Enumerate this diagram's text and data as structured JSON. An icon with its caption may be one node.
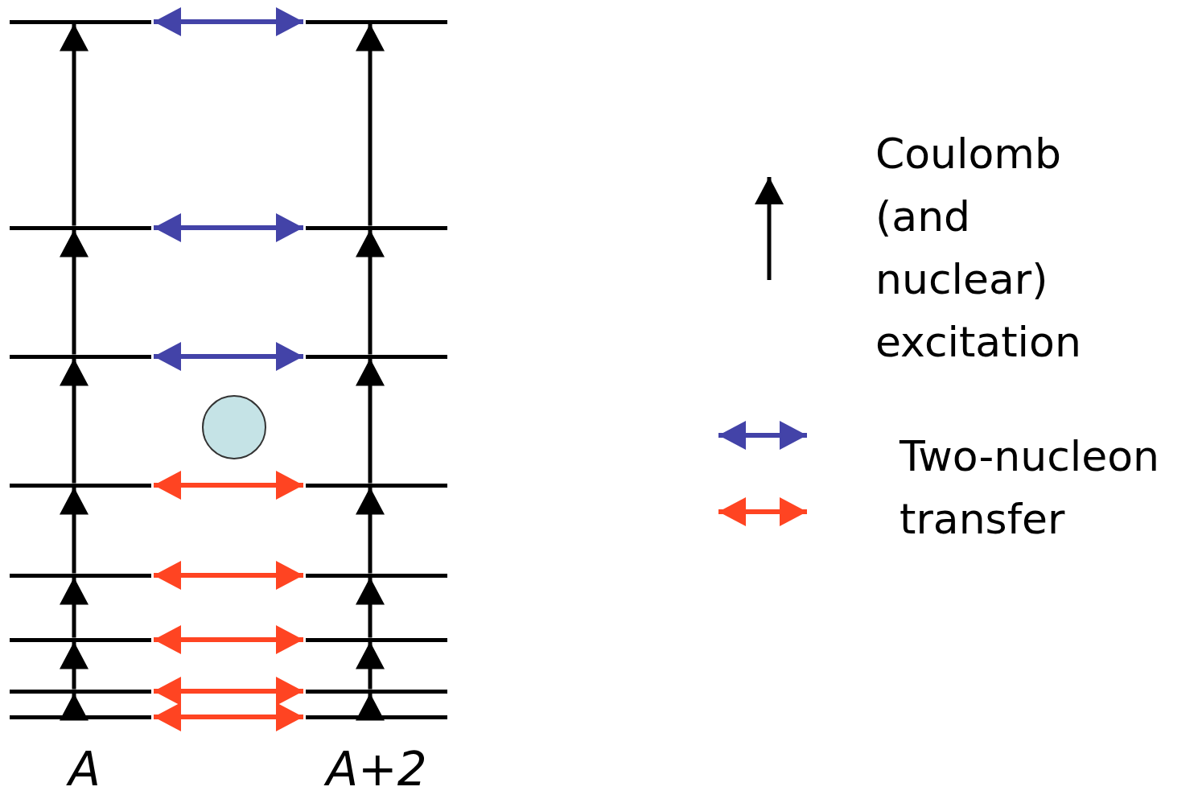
{
  "diagram": {
    "nodes": [
      {
        "text": [],
        "shape": "bar"
      },
      {
        "text": [],
        "shape": "bar"
      },
      {
        "text": [],
        "shape": "bar"
      },
      {
        "text": [],
        "shape": "bar"
      },
      {
        "text": [],
        "shape": "bar"
      },
      {
        "text": [],
        "shape": "bar"
      },
      {
        "text": [],
        "shape": "bar"
      },
      {
        "text": [],
        "shape": "bar"
      },
      {
        "text": [],
        "shape": "bar"
      },
      {
        "text": [],
        "shape": "bar"
      },
      {
        "text": [],
        "shape": "bar"
      },
      {
        "text": [],
        "shape": "bar"
      },
      {
        "text": [],
        "shape": "bar"
      },
      {
        "text": [],
        "shape": "bar"
      },
      {
        "text": [],
        "shape": "bar"
      },
      {
        "text": [],
        "shape": "bar"
      },
      {
        "text": [],
        "shape": "circle"
      }
    ],
    "edges": [
      {
        "from": 7,
        "to": 6,
        "arrow": "to"
      },
      {
        "from": 6,
        "to": 5,
        "arrow": "to"
      },
      {
        "from": 5,
        "to": 4,
        "arrow": "to"
      },
      {
        "from": 4,
        "to": 3,
        "arrow": "to"
      },
      {
        "from": 3,
        "to": 2,
        "arrow": "to"
      },
      {
        "from": 2,
        "to": 1,
        "arrow": "to"
      },
      {
        "from": 1,
        "to": 0,
        "arrow": "to"
      },
      {
        "from": 15,
        "to": 14,
        "arrow": "to"
      },
      {
        "from": 14,
        "to": 13,
        "arrow": "to"
      },
      {
        "from": 13,
        "to": 12,
        "arrow": "to"
      },
      {
        "from": 12,
        "to": 11,
        "arrow": "to"
      },
      {
        "from": 11,
        "to": 10,
        "arrow": "to"
      },
      {
        "from": 10,
        "to": 9,
        "arrow": "to"
      },
      {
        "from": 9,
        "to": 8,
        "arrow": "to"
      },
      {
        "from": 0,
        "to": 8,
        "arrow": "both",
        "color": "#4343a8"
      },
      {
        "from": 1,
        "to": 9,
        "arrow": "both",
        "color": "#4343a8"
      },
      {
        "from": 2,
        "to": 10,
        "arrow": "both",
        "color": "#4343a8"
      },
      {
        "from": 3,
        "to": 11,
        "arrow": "both",
        "color": "#ff4422"
      },
      {
        "from": 4,
        "to": 12,
        "arrow": "both",
        "color": "#ff4422"
      },
      {
        "from": 5,
        "to": 13,
        "arrow": "both",
        "color": "#ff4422"
      },
      {
        "from": 6,
        "to": 14,
        "arrow": "both",
        "color": "#ff4422"
      },
      {
        "from": 7,
        "to": 15,
        "arrow": "both",
        "color": "#ff4422"
      }
    ],
    "labels": [
      "A",
      "A+2"
    ],
    "legend": [
      {
        "text": "Coulomb (and nuclear) excitation"
      },
      {
        "text": "Two-nucleon transfer"
      }
    ]
  }
}
